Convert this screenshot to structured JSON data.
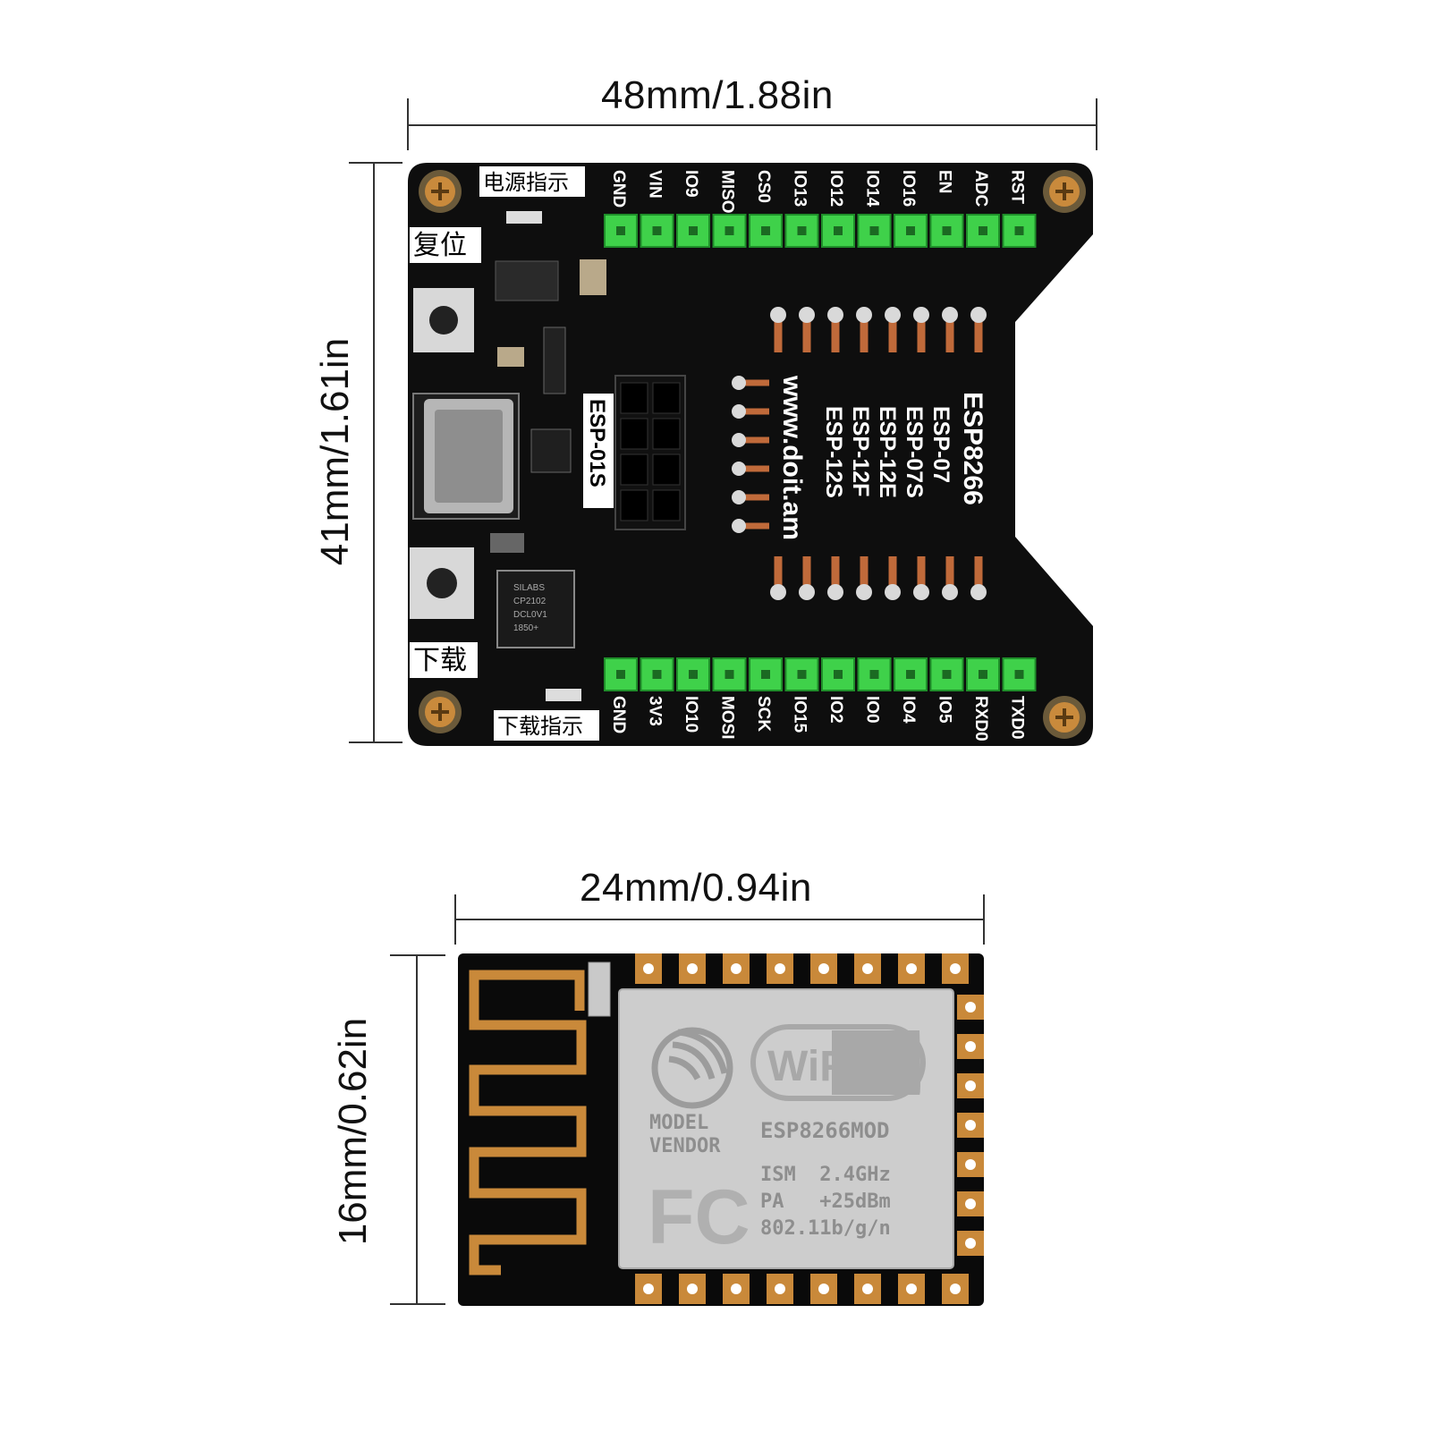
{
  "dimensions": {
    "board_width": "48mm/1.88in",
    "board_height": "41mm/1.61in",
    "module_width": "24mm/0.94in",
    "module_height": "16mm/0.62in"
  },
  "board": {
    "top_pins": [
      "GND",
      "VIN",
      "IO9",
      "MISO",
      "CS0",
      "IO13",
      "IO12",
      "IO14",
      "IO16",
      "EN",
      "ADC",
      "RST"
    ],
    "bottom_pins": [
      "GND",
      "3V3",
      "IO10",
      "MOSI",
      "SCK",
      "IO15",
      "IO2",
      "IO0",
      "IO4",
      "IO5",
      "RXD0",
      "TXD0"
    ],
    "label_power_indicator": "电源指示",
    "label_reset": "复位",
    "label_download": "下载",
    "label_download_indicator": "下载指示",
    "label_esp01s": "ESP-01S",
    "model_list": [
      "ESP8266",
      "ESP-07",
      "ESP-07S",
      "ESP-12E",
      "ESP-12F",
      "ESP-12S"
    ],
    "website": "www.doit.am",
    "usb_chip": [
      "SILABS",
      "CP2102",
      "DCL0V1",
      "1850+"
    ]
  },
  "module": {
    "wifi_logo": "WiFi",
    "model_label": "MODEL",
    "vendor_label": "VENDOR",
    "model_name": "ESP8266MOD",
    "fcc_logo": "FC",
    "spec_lines": [
      "ISM  2.4GHz",
      "PA   +25dBm",
      "802.11b/g/n"
    ]
  },
  "colors": {
    "pcb": "#0e0e0e",
    "header_green": "#3fd14a",
    "gold": "#c9893a",
    "shield": "#c9c9c9"
  }
}
